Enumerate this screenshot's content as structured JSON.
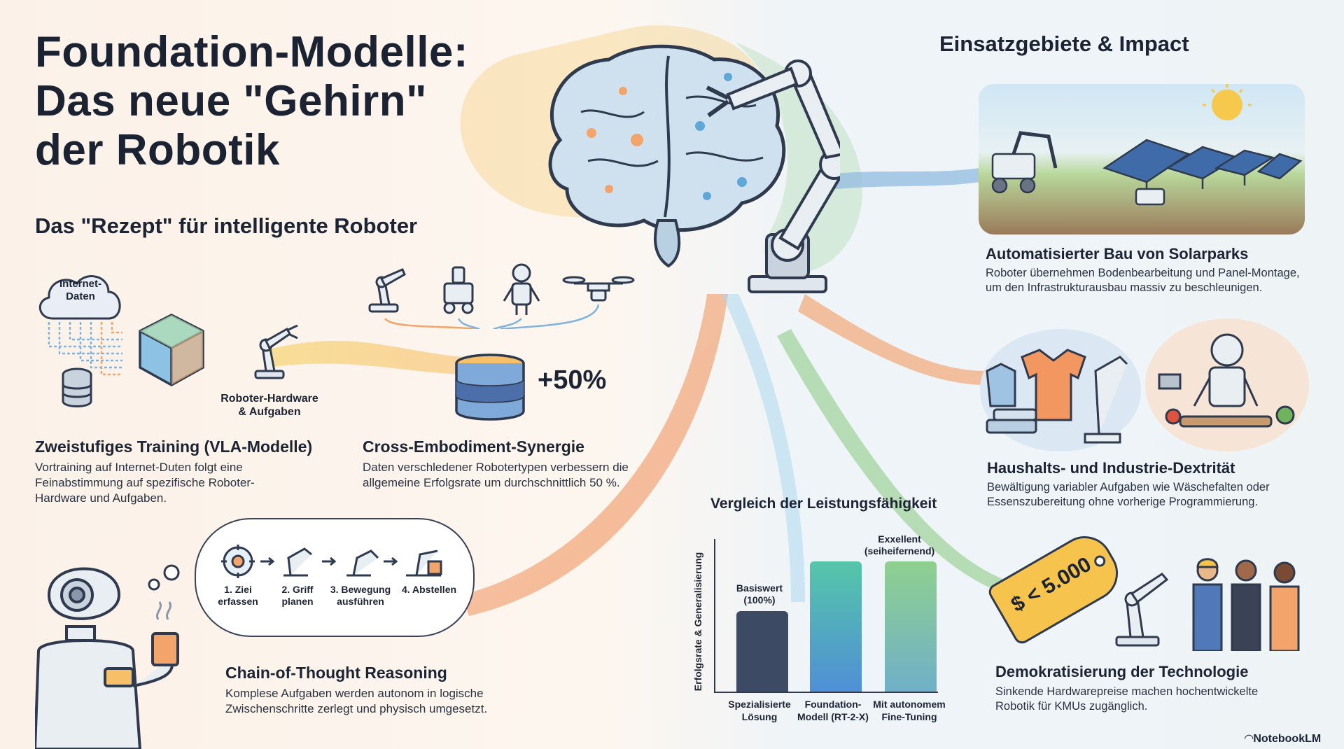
{
  "title": {
    "line1": "Foundation-Modelle:",
    "line2": "Das neue \"Gehirn\"",
    "line3": "der Robotik"
  },
  "recipe_heading": "Das \"Rezept\" für intelligente Roboter",
  "impact_heading": "Einsatzgebiete & Impact",
  "training": {
    "cloud_label_1": "Internet-",
    "cloud_label_2": "Daten",
    "hardware_label_1": "Roboter-Hardware",
    "hardware_label_2": "& Aufgaben",
    "title": "Zweistufiges Training (VLA-Modelle)",
    "text_1": "Vortraining auf Internet-Duten folgt eine",
    "text_2": "Feinabstimmung auf spezifische Roboter-",
    "text_3": "Hardware und Aufgaben."
  },
  "cross": {
    "badge": "+50%",
    "title": "Cross-Embodiment-Synergie",
    "text_1": "Daten verschledener Robotertypen verbessern die",
    "text_2": "allgemeine Erfolgsrate um durchschnittlich 50 %."
  },
  "cot": {
    "steps": [
      {
        "l1": "1. Ziei",
        "l2": "erfassen"
      },
      {
        "l1": "2. Griff",
        "l2": "planen"
      },
      {
        "l1": "3. Bewegung",
        "l2": "ausführen"
      },
      {
        "l1": "4. Abstellen",
        "l2": ""
      }
    ],
    "title": "Chain-of-Thought Reasoning",
    "text_1": "Komplese Aufgaben werden autonom in logische",
    "text_2": "Zwischenschritte zerlegt und physisch umgesetzt."
  },
  "chart_title": "Vergleich der Leistungsfähigkeit",
  "chart_data": {
    "type": "bar",
    "ylabel": "Erfolgsrate & Generalisierung",
    "categories": [
      "Spezialisierte Lösung",
      "Foundation-Modell (RT-2-X)",
      "Mit autonomem Fine-Tuning"
    ],
    "values": [
      100,
      162,
      162
    ],
    "annotations": [
      "Basiswert (100%)",
      "",
      "Exxellent (seiheifernend)"
    ],
    "colors": [
      "#3d4a63",
      "#46a8b8",
      "#7ccf8e"
    ],
    "ylim": [
      0,
      190
    ]
  },
  "chart_labels": {
    "ann1_l1": "Basiswert",
    "ann1_l2": "(100%)",
    "ann3_l1": "Exxellent",
    "ann3_l2": "(seiheifernend)",
    "cat1_l1": "Spezialisierte",
    "cat1_l2": "Lösung",
    "cat2_l1": "Foundation-",
    "cat2_l2": "Modell (RT-2-X)",
    "cat3_l1": "Mit autonomem",
    "cat3_l2": "Fine-Tuning"
  },
  "solar": {
    "title": "Automatisierter Bau von Solarparks",
    "text_1": "Roboter übernehmen Bodenbearbeitung und Panel-Montage,",
    "text_2": "um den Infrastrukturausbau massiv zu beschleunigen."
  },
  "household": {
    "title": "Haushalts- und Industrie-Dextrität",
    "text_1": "Bewältigung variabler Aufgaben wie Wäschefalten oder",
    "text_2": "Essenszubereitung ohne vorherige Programmierung."
  },
  "democracy": {
    "price_tag": "$ < 5.000",
    "title": "Demokratisierung der Technologie",
    "text_1": "Sinkende Hardwarepreise machen hochentwickelte",
    "text_2": "Robotik für KMUs zugänglich."
  },
  "watermark": "NotebookLM",
  "colors": {
    "orange": "#f2a46a",
    "yellow": "#f5cc5c",
    "blue": "#7fb2dc",
    "green": "#8fcf8a",
    "navy": "#1b2232"
  }
}
